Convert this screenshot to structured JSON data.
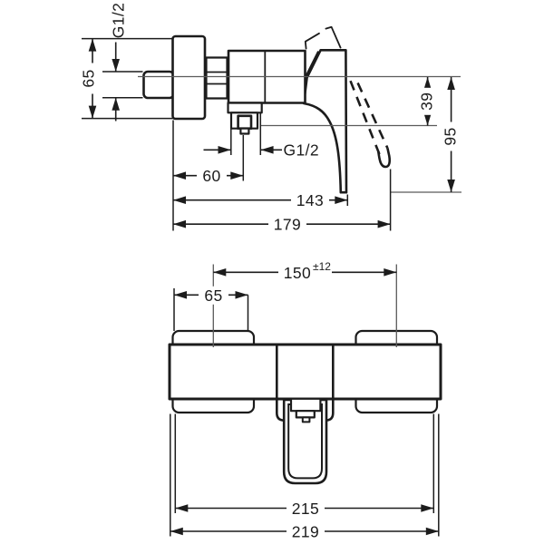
{
  "drawing": {
    "background": "#ffffff",
    "ink_color": "#1c1c1c",
    "thin_line_color": "#5a5a5a",
    "views": {
      "side": {
        "dims": {
          "inlet_thread": "G1/2",
          "escutcheon_height": "65",
          "outlet_drop": "39",
          "lever_drop": "95",
          "outlet_center_depth": "60",
          "lever_depth": "143",
          "overall_depth": "179",
          "outlet_thread": "G1/2"
        }
      },
      "front": {
        "dims": {
          "connection_centers": "150",
          "connection_centers_tolerance": "±12",
          "escutcheon_width": "65",
          "body_width": "215",
          "overall_width": "219"
        }
      }
    }
  }
}
